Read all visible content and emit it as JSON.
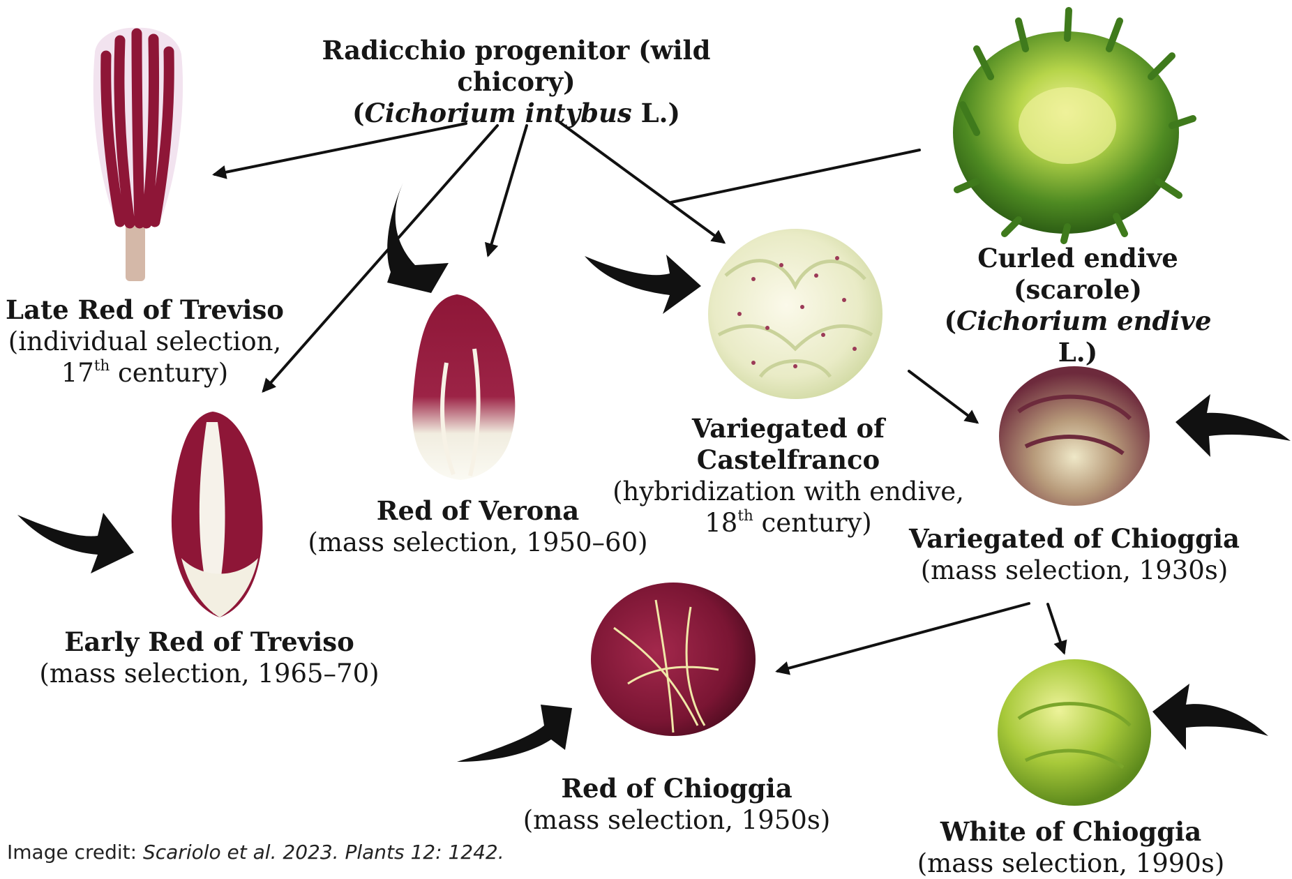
{
  "nodes": {
    "progenitor": {
      "name": "Radicchio progenitor (wild chicory)",
      "species": "Cichorium intybus",
      "author": "L.",
      "open_paren": "(",
      "close_paren": ")"
    },
    "curled_endive": {
      "name": "Curled endive (scarole)",
      "species": "Cichorium endive",
      "author": "L.",
      "open_paren": "(",
      "close_paren": ")"
    },
    "late_red_treviso": {
      "name": "Late Red of Treviso",
      "detail_line1": "(individual selection,",
      "detail_line2_pre": "17",
      "detail_line2_sup": "th",
      "detail_line2_post": " century)"
    },
    "early_red_treviso": {
      "name": "Early Red of Treviso",
      "detail": "(mass selection, 1965–70)"
    },
    "red_verona": {
      "name": "Red of Verona",
      "detail": "(mass selection, 1950–60)"
    },
    "variegated_castelfranco": {
      "name": "Variegated of Castelfranco",
      "detail_line1": "(hybridization with endive,",
      "detail_line2_pre": "18",
      "detail_line2_sup": "th",
      "detail_line2_post": " century)"
    },
    "variegated_chioggia": {
      "name": "Variegated of Chioggia",
      "detail": "(mass selection, 1930s)"
    },
    "red_chioggia": {
      "name": "Red of Chioggia",
      "detail": "(mass selection, 1950s)"
    },
    "white_chioggia": {
      "name": "White of Chioggia",
      "detail": "(mass selection, 1990s)"
    }
  },
  "credit": {
    "prefix": "Image credit: ",
    "citation": "Scariolo et al. 2023. Plants 12: 1242."
  },
  "colors": {
    "radicchio_red": "#8e1637",
    "leaf_white": "#f4f1e4",
    "endive_green": "#5f9a2c",
    "chioggia_white_green": "#a6c93a",
    "arrow": "#111111"
  }
}
